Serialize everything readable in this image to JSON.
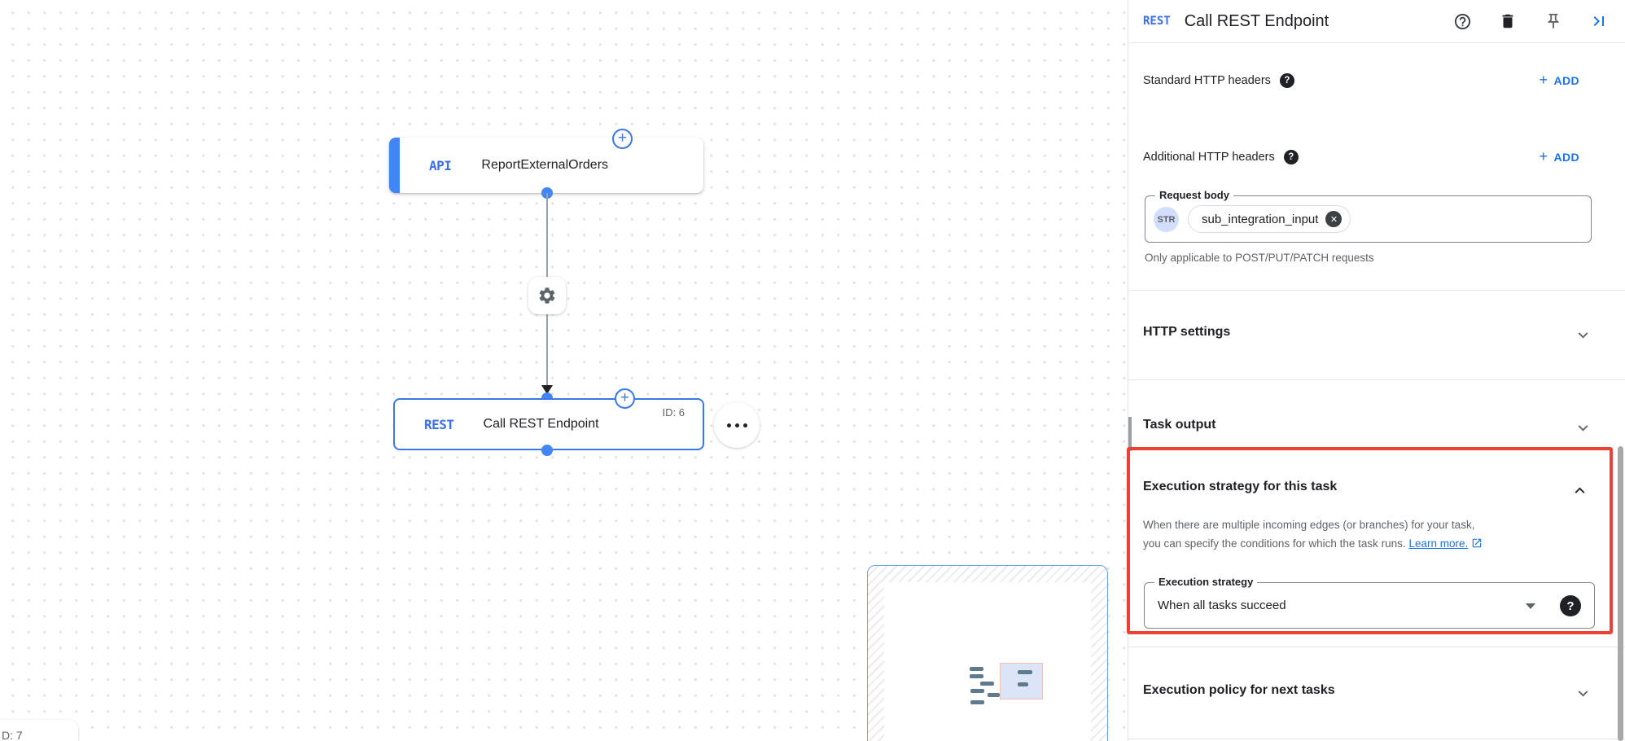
{
  "canvas": {
    "trigger_node": {
      "badge": "API",
      "label": "ReportExternalOrders"
    },
    "task_node": {
      "badge": "REST",
      "label": "Call REST Endpoint",
      "id_label": "ID: 6"
    },
    "partial_node_id": "D: 7"
  },
  "panel": {
    "header": {
      "badge": "REST",
      "title": "Call REST Endpoint"
    },
    "header_rows": [
      {
        "label": "Standard HTTP headers",
        "action": "ADD"
      },
      {
        "label": "Additional HTTP headers",
        "action": "ADD"
      }
    ],
    "request_body": {
      "label": "Request body",
      "type_chip": "STR",
      "value_chip": "sub_integration_input",
      "helper": "Only applicable to POST/PUT/PATCH requests"
    },
    "sections": {
      "http_settings": "HTTP settings",
      "task_output": "Task output",
      "execution_policy": "Execution policy for next tasks"
    },
    "execution_strategy": {
      "title": "Execution strategy for this task",
      "desc_line1": "When there are multiple incoming edges (or branches) for your task,",
      "desc_line2": "you can specify the conditions for which the task runs.",
      "link_label": "Learn more.",
      "field_label": "Execution strategy",
      "field_value": "When all tasks succeed"
    }
  },
  "colors": {
    "accent_blue": "#1a73e8",
    "node_blue": "#4285f4",
    "highlight_red": "#ea4335",
    "text_primary": "#202124",
    "text_secondary": "#5f6368"
  }
}
